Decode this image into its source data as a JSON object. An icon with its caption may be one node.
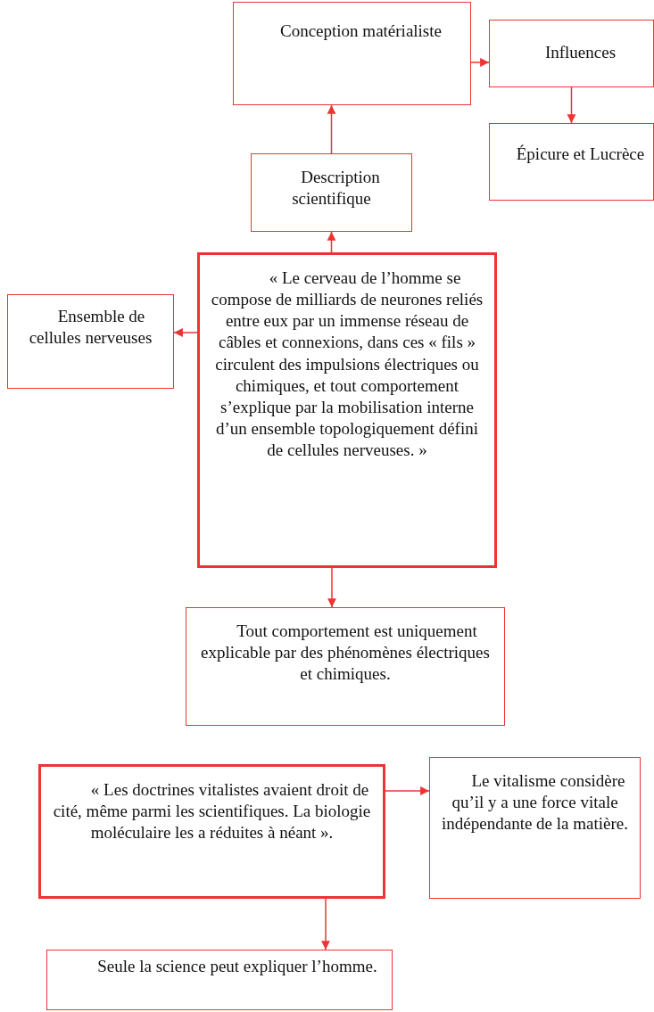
{
  "diagram": {
    "nodes": [
      {
        "text": [
          "Conception matérialiste"
        ]
      },
      {
        "text": [
          "Influences"
        ]
      },
      {
        "text": [
          "Épicure et Lucrèce"
        ]
      },
      {
        "text": [
          "Description scientifique"
        ]
      },
      {
        "text": [
          "«  Le cerveau de l’homme se compose de milliards de neurones reliés entre eux par un immense réseau de câbles et connexions, dans ces « fils » circulent des impulsions électriques ou chimiques, et tout comportement s’explique par la mobilisation interne d’un ensemble topologiquement défini de cellules nerveuses. »"
        ]
      },
      {
        "text": [
          "Ensemble de cellules nerveuses"
        ]
      },
      {
        "text": [
          "Tout comportement est uniquement explicable par des phénomènes électriques et chimiques."
        ]
      },
      {
        "text": [
          "« Les doctrines vitalistes avaient droit de cité, même parmi les scientifiques. La biologie moléculaire les a réduites à néant »."
        ]
      },
      {
        "text": [
          "Le vitalisme considère qu’il y a une force vitale indépendante de la matière."
        ]
      },
      {
        "text": [
          "Seule la science peut expliquer l’homme."
        ]
      }
    ],
    "edges": [
      {
        "from": 0,
        "to": 1,
        "arrow": "to"
      },
      {
        "from": 1,
        "to": 2,
        "arrow": "to"
      },
      {
        "from": 3,
        "to": 0,
        "arrow": "to"
      },
      {
        "from": 4,
        "to": 3,
        "arrow": "to"
      },
      {
        "from": 4,
        "to": 5,
        "arrow": "to"
      },
      {
        "from": 4,
        "to": 6,
        "arrow": "to"
      },
      {
        "from": 7,
        "to": 8,
        "arrow": "to"
      },
      {
        "from": 7,
        "to": 9,
        "arrow": "to"
      }
    ]
  }
}
